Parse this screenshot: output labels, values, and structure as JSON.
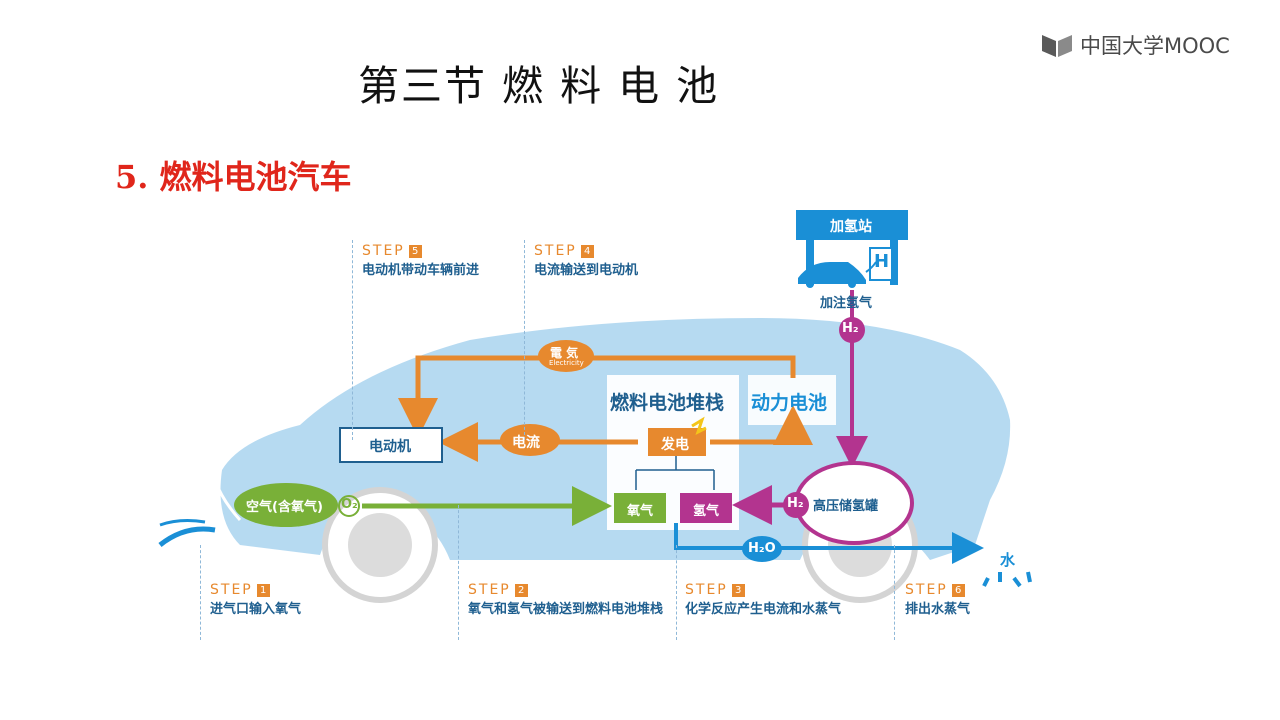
{
  "logo": {
    "text": "中国大学MOOC"
  },
  "title": "第三节  燃 料 电 池",
  "subtitle": "5. 燃料电池汽车",
  "diagram": {
    "station": {
      "sign": "加氢站",
      "h_letter": "H",
      "caption": "加注氢气"
    },
    "stack_title": "燃料电池堆栈",
    "power_battery": "动力电池",
    "generate": "发电",
    "oxygen": "氧气",
    "hydrogen": "氢气",
    "motor": "电动机",
    "current": "电流",
    "electricity_cn": "電 気",
    "electricity_en": "Electricity",
    "air": "空气(含氧气)",
    "o2": "O₂",
    "h2_top": "H₂",
    "h2_tank": "H₂",
    "tank": "高压储氢罐",
    "h2o": "H₂O",
    "water": "水"
  },
  "steps": [
    {
      "label": "STEP",
      "num": "5",
      "desc": "电动机带动车辆前进"
    },
    {
      "label": "STEP",
      "num": "4",
      "desc": "电流输送到电动机"
    },
    {
      "label": "STEP",
      "num": "1",
      "desc": "进气口输入氧气"
    },
    {
      "label": "STEP",
      "num": "2",
      "desc": "氧气和氢气被输送到燃料电池堆栈"
    },
    {
      "label": "STEP",
      "num": "3",
      "desc": "化学反应产生电流和水蒸气"
    },
    {
      "label": "STEP",
      "num": "6",
      "desc": "排出水蒸气"
    }
  ],
  "colors": {
    "title": "#111111",
    "subtitle": "#e0261b",
    "car_body": "#a9d3ee",
    "orange": "#e7892e",
    "green": "#79b038",
    "magenta": "#b3348f",
    "blue": "#1a8fd6",
    "navy": "#1f5f8f"
  }
}
